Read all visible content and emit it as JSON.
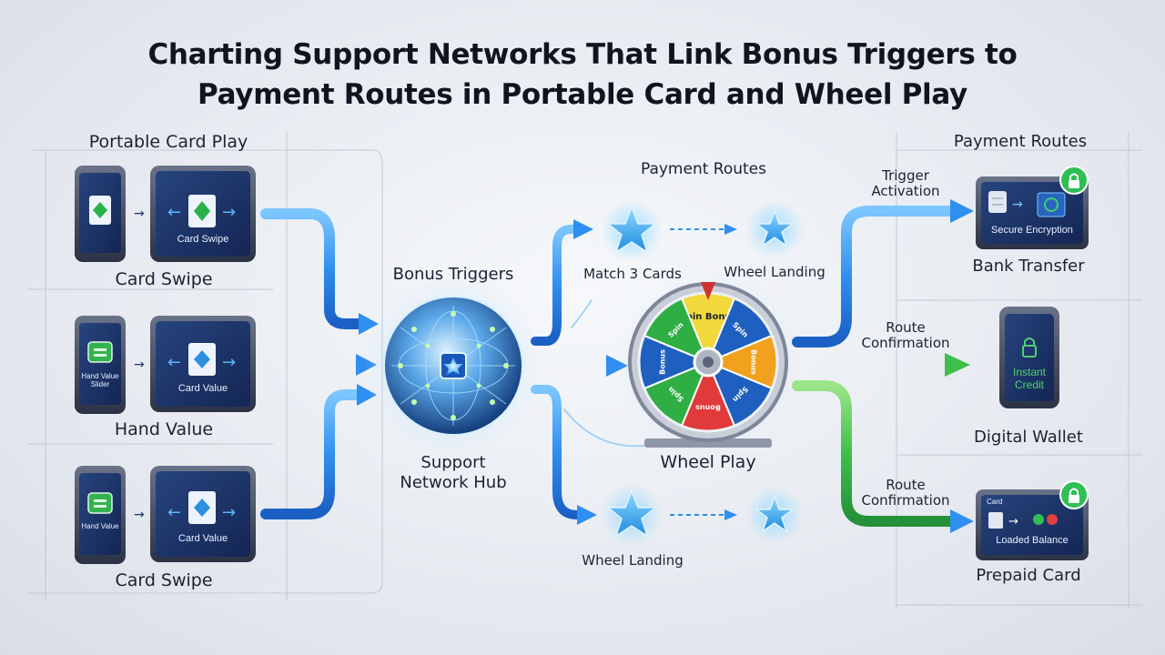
{
  "title_line1": "Charting Support Networks That Link Bonus Triggers to",
  "title_line2": "Payment Routes in Portable Card and Wheel Play",
  "left": {
    "heading": "Portable Card Play",
    "rows": [
      {
        "phone_text": "",
        "tablet_text": "Card Swipe",
        "label": "Card Swipe",
        "card_color": "#27b34a"
      },
      {
        "phone_text": "Hand Value Slider",
        "tablet_text": "Card Value",
        "label": "Hand Value",
        "card_color": "#2d8fe0"
      },
      {
        "phone_text": "Hand Value",
        "tablet_text": "Card Value",
        "label": "Card Swipe",
        "card_color": "#2d8fe0"
      }
    ]
  },
  "hub": {
    "top_label": "Bonus Triggers",
    "bottom_line1": "Support",
    "bottom_line2": "Network Hub"
  },
  "middle": {
    "heading": "Payment Routes",
    "star_labels": {
      "match": "Match 3 Cards",
      "wheel_top": "Wheel Landing",
      "wheel_bottom": "Wheel Landing"
    }
  },
  "wheel": {
    "label": "Wheel Play",
    "segments": [
      "Spin Bonus",
      "Spin",
      "Bonus",
      "Spin",
      "Bonus",
      "Spin",
      "Bonus",
      "Spin"
    ]
  },
  "right": {
    "heading": "Payment Routes",
    "arrows": [
      {
        "line1": "Trigger",
        "line2": "Activation"
      },
      {
        "line1": "Route",
        "line2": "Confirmation"
      },
      {
        "line1": "Route",
        "line2": "Confirmation"
      }
    ],
    "items": [
      {
        "screen_text": "Secure Encryption",
        "label": "Bank Transfer"
      },
      {
        "screen_line1": "Instant",
        "screen_line2": "Credit",
        "label": "Digital Wallet"
      },
      {
        "screen_top": "Card",
        "screen_text": "Loaded Balance",
        "label": "Prepaid Card"
      }
    ]
  },
  "colors": {
    "blue_arrow": "#2f8ff0",
    "green_arrow": "#3fbf4a",
    "device_dark": "#1d3466",
    "accent_green": "#2fbf55"
  }
}
